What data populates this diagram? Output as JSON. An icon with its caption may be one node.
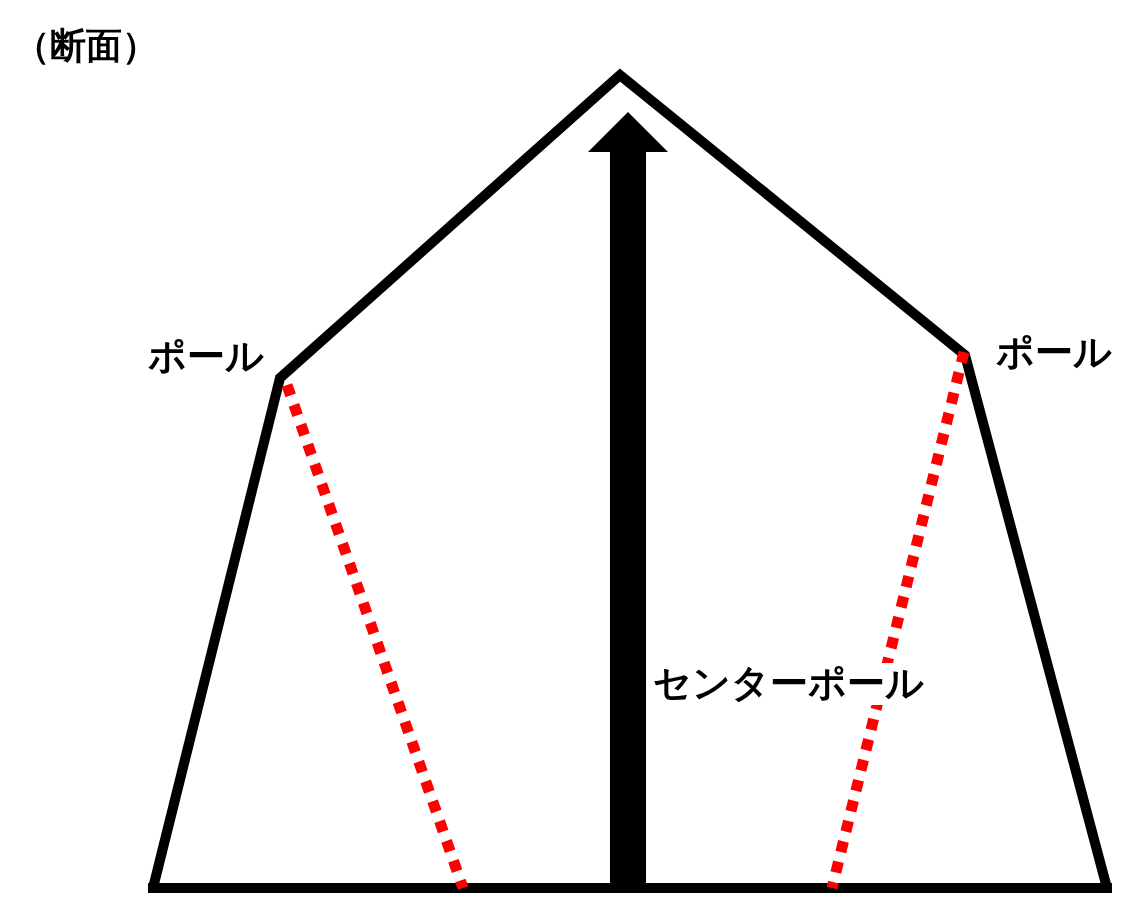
{
  "diagram": {
    "title": "（断面）",
    "labels": [
      "ポール",
      "ポール",
      "センターポール"
    ]
  }
}
